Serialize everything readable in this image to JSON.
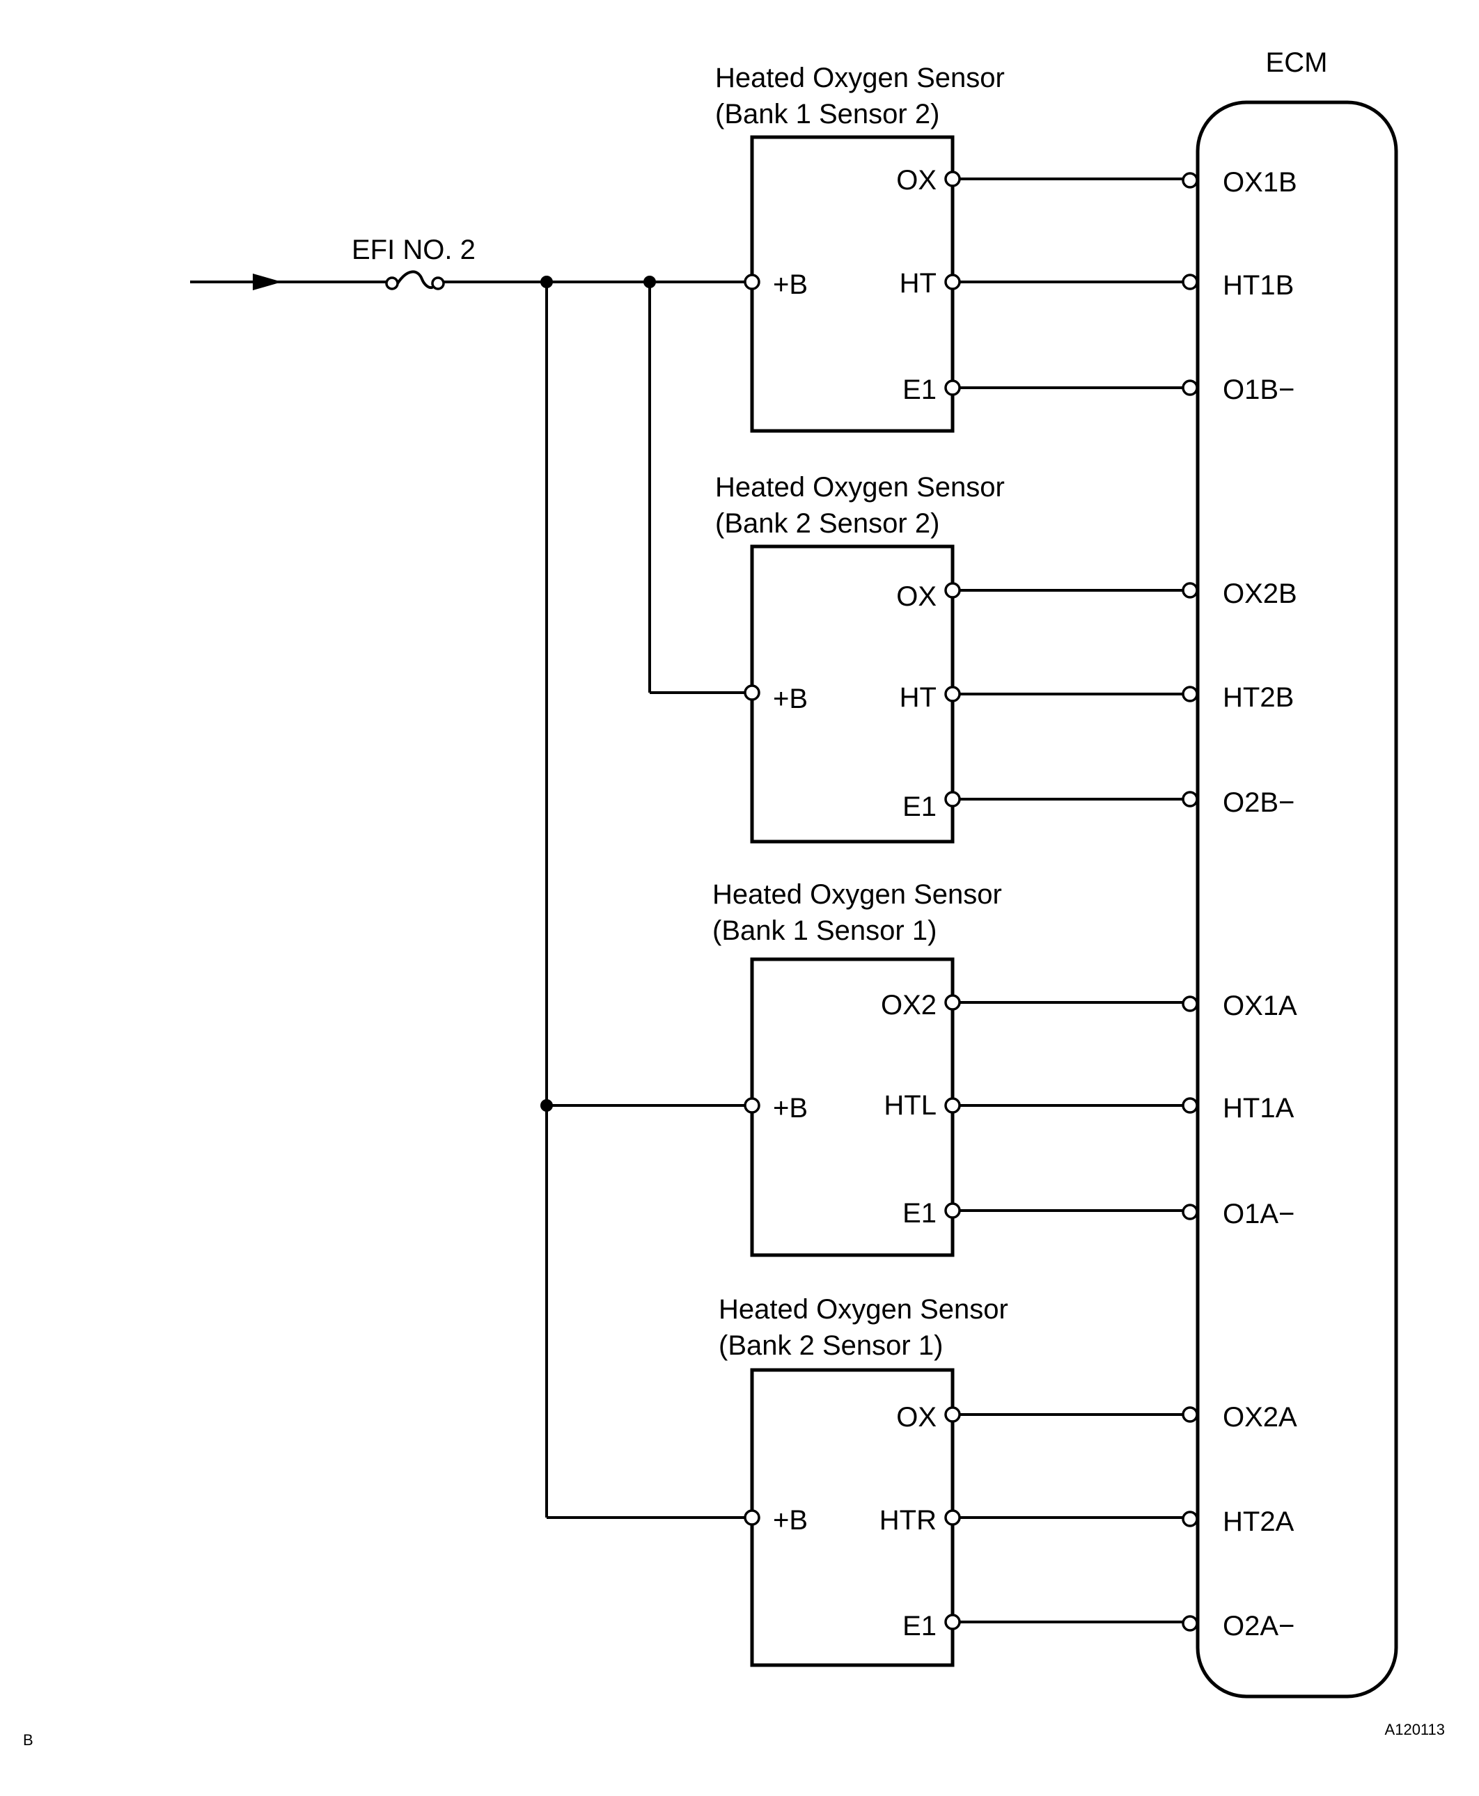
{
  "ecm": {
    "label": "ECM"
  },
  "fuse": {
    "label": "EFI NO. 2"
  },
  "sensors": [
    {
      "title": "Heated Oxygen Sensor",
      "subtitle": "(Bank 1 Sensor 2)",
      "power_label": "+B",
      "pins": [
        {
          "sensor_pin": "OX",
          "ecm_pin": "OX1B"
        },
        {
          "sensor_pin": "HT",
          "ecm_pin": "HT1B"
        },
        {
          "sensor_pin": "E1",
          "ecm_pin": "O1B−"
        }
      ]
    },
    {
      "title": "Heated Oxygen Sensor",
      "subtitle": "(Bank 2 Sensor 2)",
      "power_label": "+B",
      "pins": [
        {
          "sensor_pin": "OX",
          "ecm_pin": "OX2B"
        },
        {
          "sensor_pin": "HT",
          "ecm_pin": "HT2B"
        },
        {
          "sensor_pin": "E1",
          "ecm_pin": "O2B−"
        }
      ]
    },
    {
      "title": "Heated Oxygen Sensor",
      "subtitle": "(Bank 1 Sensor 1)",
      "power_label": "+B",
      "pins": [
        {
          "sensor_pin": "OX2",
          "ecm_pin": "OX1A"
        },
        {
          "sensor_pin": "HTL",
          "ecm_pin": "HT1A"
        },
        {
          "sensor_pin": "E1",
          "ecm_pin": "O1A−"
        }
      ]
    },
    {
      "title": "Heated Oxygen Sensor",
      "subtitle": "(Bank 2 Sensor 1)",
      "power_label": "+B",
      "pins": [
        {
          "sensor_pin": "OX",
          "ecm_pin": "OX2A"
        },
        {
          "sensor_pin": "HTR",
          "ecm_pin": "HT2A"
        },
        {
          "sensor_pin": "E1",
          "ecm_pin": "O2A−"
        }
      ]
    }
  ],
  "footer": {
    "left_mark": "B",
    "figure_id": "A120113"
  }
}
